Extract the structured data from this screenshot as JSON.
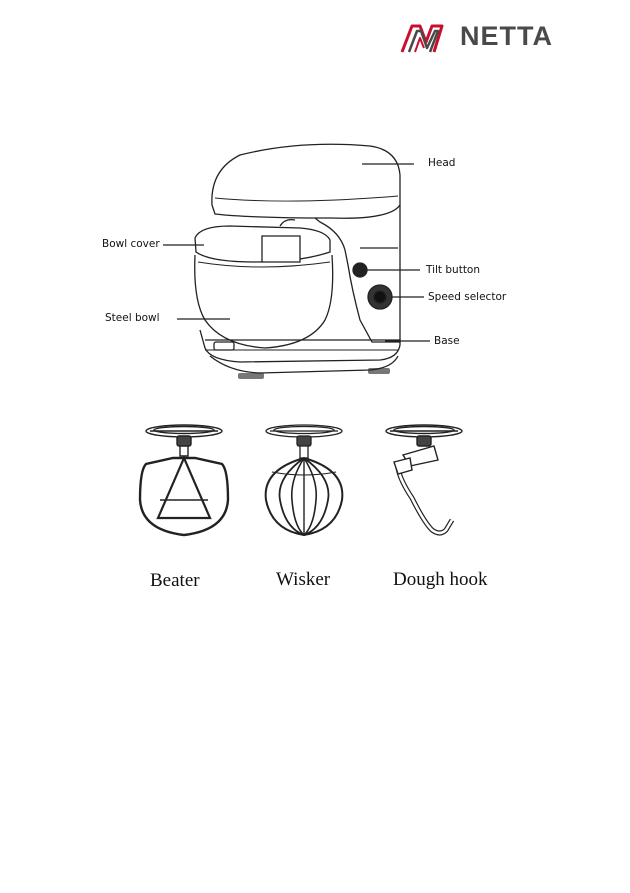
{
  "brand": {
    "name": "NETTA",
    "accent_color": "#c8102e",
    "text_color": "#4a4a4a",
    "icon": "netta-logo-stripes-icon"
  },
  "diagram": {
    "labels": {
      "head": "Head",
      "bowl_cover": "Bowl cover",
      "tilt_button": "Tilt button",
      "speed_selector": "Speed selector",
      "steel_bowl": "Steel bowl",
      "base": "Base"
    }
  },
  "attachments": [
    {
      "label": "Beater",
      "icon": "beater-icon"
    },
    {
      "label": "Wisker",
      "icon": "whisk-icon"
    },
    {
      "label": "Dough hook",
      "icon": "dough-hook-icon"
    }
  ]
}
